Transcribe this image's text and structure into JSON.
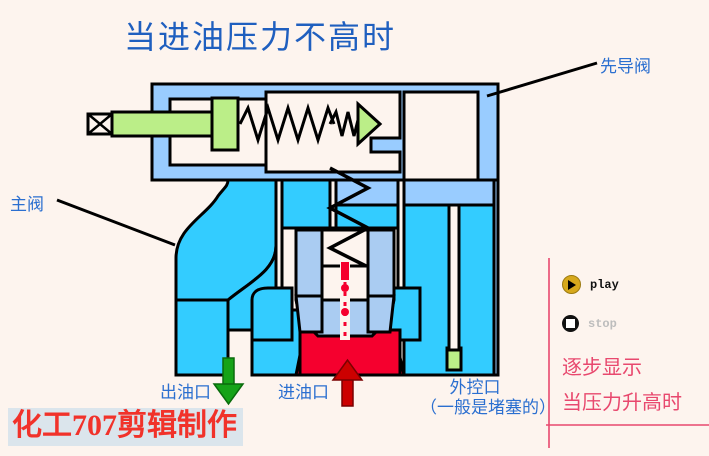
{
  "page": {
    "title": "当进油压力不高时",
    "background_color": "#fdf4ee",
    "title_color": "#1f5fbf"
  },
  "diagram": {
    "name": "pilot-operated-relief-valve-cutaway",
    "colors": {
      "fluid_cyan": "#33ccff",
      "body_light_blue": "#99ccff",
      "spool_blue": "#aaccf2",
      "high_pressure_red": "#f5002e",
      "stem_green": "#bbee88",
      "outline": "#000000",
      "background": "#fdf4ee"
    },
    "callouts": [
      {
        "id": "pilot-valve",
        "label": "先导阀"
      },
      {
        "id": "main-valve",
        "label": "主阀"
      }
    ],
    "ports": [
      {
        "id": "outlet-port",
        "label": "出油口",
        "arrow": "down",
        "arrow_color": "#16a318"
      },
      {
        "id": "inlet-port",
        "label": "进油口",
        "arrow": "up",
        "arrow_color": "#cc0000"
      },
      {
        "id": "external-control-port",
        "label": "外控口",
        "sublabel": "（一般是堵塞的）",
        "arrow": "none"
      }
    ]
  },
  "watermark": {
    "text": "化工707剪辑制作",
    "color": "#f1322a",
    "background": "#dbe5ec"
  },
  "controls": {
    "play": {
      "label": "play",
      "icon": "play-triangle-icon",
      "color": "#d6a81c",
      "enabled": true
    },
    "stop": {
      "label": "stop",
      "icon": "stop-square-icon",
      "color": "#111111",
      "enabled": false
    }
  },
  "notes": {
    "step_display": "逐步显示",
    "next_step": "当压力升高时",
    "color": "#e8486e"
  }
}
